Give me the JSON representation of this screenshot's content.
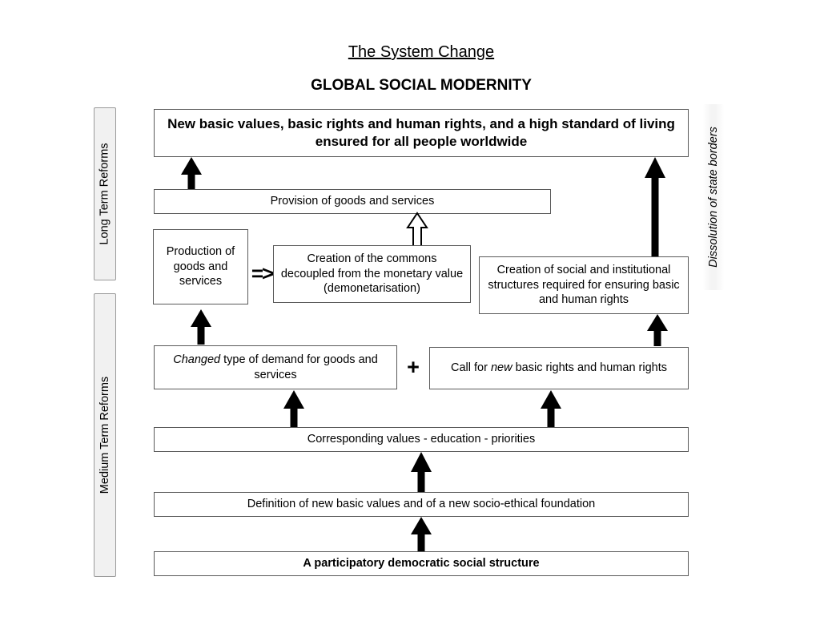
{
  "page": {
    "title": "The System Change",
    "subtitle": "GLOBAL SOCIAL MODERNITY",
    "background": "#ffffff",
    "line_color": "#5a5a5a",
    "arrow_color": "#000000",
    "rail_fill": "#f1f1f1"
  },
  "rails": {
    "long_term": "Long Term Reforms",
    "medium_term": "Medium Term Reforms",
    "dissolution": "Dissolution of state borders"
  },
  "boxes": {
    "goal": "New basic values, basic rights and human rights, and a high standard of living ensured for all people worldwide",
    "provision": "Provision of goods and services",
    "production": "Production of goods and services",
    "commons": "Creation of the commons decoupled from the monetary value (demonetarisation)",
    "social_structures": "Creation of social and institutional structures required for ensuring basic and human rights",
    "demand_pre": "Changed",
    "demand_post": " type of demand for goods and services",
    "rights_pre": "Call for ",
    "rights_em": "new",
    "rights_post": " basic rights and human rights",
    "values_education": "Corresponding values - education - priorities",
    "definition": "Definition of new basic values and of a new socio-ethical foundation",
    "foundation": "A participatory democratic social structure"
  },
  "glyphs": {
    "plus": "+",
    "implies": "=>"
  }
}
